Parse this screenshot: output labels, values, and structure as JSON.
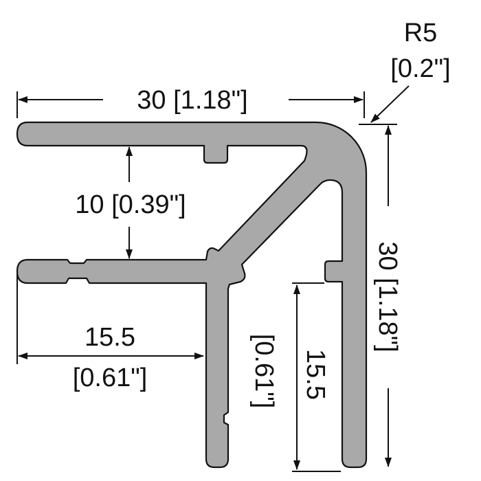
{
  "profile": {
    "fill_color": "#a9a9a9",
    "outline_color": "#111111"
  },
  "dimensions": {
    "top_width": "30 [1.18\"]",
    "radius_value": "R5",
    "radius_inch": "[0.2\"]",
    "right_height": "30 [1.18\"]",
    "slot_height": "10 [0.39\"]",
    "left_leg_mm": "15.5",
    "left_leg_inch": "[0.61\"]",
    "right_leg_mm": "15.5",
    "right_leg_inch": "[0.61\"]"
  }
}
